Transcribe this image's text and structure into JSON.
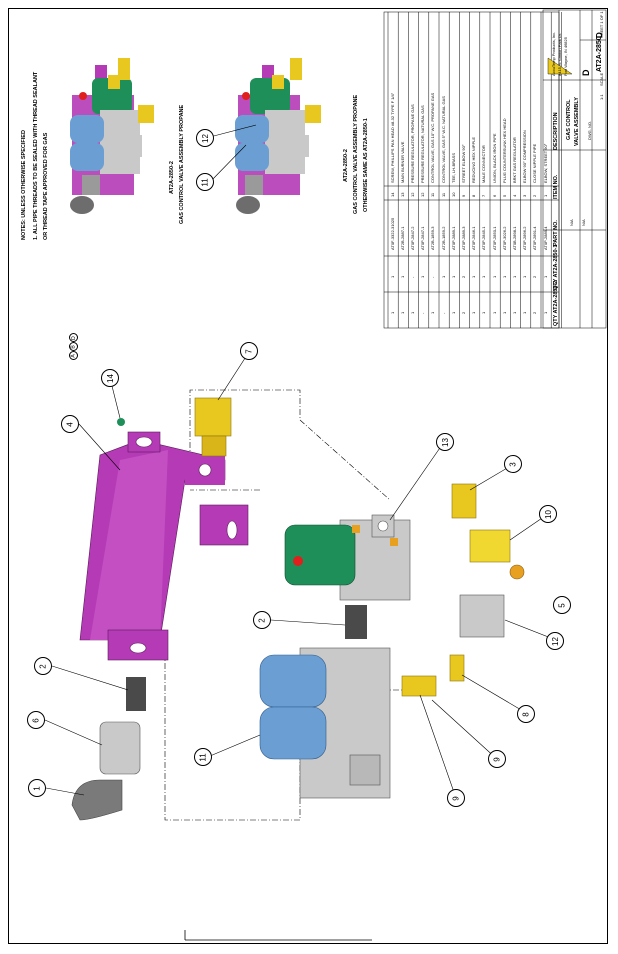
{
  "colors": {
    "bracket": "#b53ab5",
    "brass": "#e8c81e",
    "valve_green": "#1f8f5a",
    "valve_blue": "#6b9fd4",
    "body_grey": "#c9c9c9",
    "dark_grey": "#4a4a4a",
    "button_red": "#e0201c"
  },
  "notes": {
    "heading": "NOTES: UNLESS OTHERWISE SPECIFIED",
    "line1": "1. ALL PIPE THREADS TO BE SEALED WITH THREAD SEALANT",
    "line2": "OR THREAD TAPE APPROVED FOR GAS"
  },
  "views": {
    "propane_title": "AT2A-2850-2",
    "propane_subtitle": "GAS CONTROL VALVE ASSEMBLY PROPANE",
    "natural_title": "AT2A-2850-2",
    "natural_subtitle": "GAS CONTROL VALVE ASSEMBLY PROPANE",
    "natural_subtitle2": "OTHERWISE SAME AS AT2A-2850-1"
  },
  "balloons": [
    "1",
    "2",
    "2",
    "3",
    "4",
    "5",
    "6",
    "7",
    "8",
    "9",
    "9",
    "10",
    "11",
    "11",
    "12",
    "12",
    "13",
    "14"
  ],
  "revision_marks": [
    "A",
    "B",
    "D"
  ],
  "bom": {
    "header": {
      "qty_right": "QTY AT2A-2850-2",
      "qty_left": "QTY AT2A-2850-1",
      "part_no": "PART NO.",
      "item_no": "ITEM NO.",
      "description": "DESCRIPTION"
    },
    "rows": [
      {
        "q2": "1",
        "q1": "1",
        "part": "AT0F-3322-31025",
        "item": "14",
        "desc": "SCREW, PHILLIPS PAN HEAD #8-32 TYPE F 1/4\""
      },
      {
        "q2": "1",
        "q1": "1",
        "part": "AT2B-2887-1",
        "item": "13",
        "desc": "MAIN BURNER VALVE"
      },
      {
        "q2": "1",
        "q1": "-",
        "part": "AT0P-2847-2",
        "item": "12",
        "desc": "PRESSURE REGULATOR, PROPANE GAS"
      },
      {
        "q2": "-",
        "q1": "1",
        "part": "AT0P-2847-1",
        "item": "12",
        "desc": "PRESSURE REGULATOR, NATURAL GAS"
      },
      {
        "q2": "1",
        "q1": "-",
        "part": "AT2B-1859-3",
        "item": "11",
        "desc": "CONTROL VALVE, GAS 10\" W.C. PROPANE GAS"
      },
      {
        "q2": "-",
        "q1": "1",
        "part": "AT2B-1859-2",
        "item": "11",
        "desc": "CONTROL VALVE, GAS 5\" W.C. NATURAL GAS"
      },
      {
        "q2": "1",
        "q1": "1",
        "part": "AT0P-2889-1",
        "item": "10",
        "desc": "TEE, LH-BRASS"
      },
      {
        "q2": "2",
        "q1": "2",
        "part": "AT0P-2889-3",
        "item": "9",
        "desc": "STREET ELBOW 90°"
      },
      {
        "q2": "1",
        "q1": "1",
        "part": "AT0P-2846-1",
        "item": "8",
        "desc": "REDUCING HEX NIPPLE"
      },
      {
        "q2": "1",
        "q1": "1",
        "part": "AT0P-2845-1",
        "item": "7",
        "desc": "MALE CONNECTOR"
      },
      {
        "q2": "1",
        "q1": "1",
        "part": "AT0P-2850-1",
        "item": "6",
        "desc": "UNION, BLACK IRON PIPE"
      },
      {
        "q2": "1",
        "q1": "1",
        "part": "AT0P-3026-2",
        "item": "5",
        "desc": "PLUG COUNTERSUNK HEX HEAD"
      },
      {
        "q2": "1",
        "q1": "1",
        "part": "AT0B-2898-1",
        "item": "4",
        "desc": "BRKT GAS REGULATOR"
      },
      {
        "q2": "1",
        "q1": "1",
        "part": "AT0P-2896-2",
        "item": "3",
        "desc": "ELBOW 90° COMPRESSION"
      },
      {
        "q2": "2",
        "q1": "2",
        "part": "AT0P-2891-4",
        "item": "2",
        "desc": "CLOSE NIPPLE PIPE"
      },
      {
        "q2": "1",
        "q1": "1",
        "part": "AT0P-2889-4",
        "item": "1",
        "desc": "ELBOW, STREET 90°"
      }
    ]
  },
  "title_block": {
    "title_line1": "GAS CONTROL",
    "title_line2": "VALVE ASSEMBLY",
    "dwg_no": "AT2A-2850",
    "size": "D",
    "rev": "D",
    "sheet": "SHEET 1 OF 1",
    "scale_label": "SCALE",
    "scale": "1:1",
    "dwg_no_label": "DWG. NO.",
    "company": "AccuTemp Products, Inc.",
    "address": "8415 N. Clinton Park Dr.",
    "city": "Fort Wayne, IN 46825",
    "material": "N/A",
    "finish": "N/A"
  }
}
